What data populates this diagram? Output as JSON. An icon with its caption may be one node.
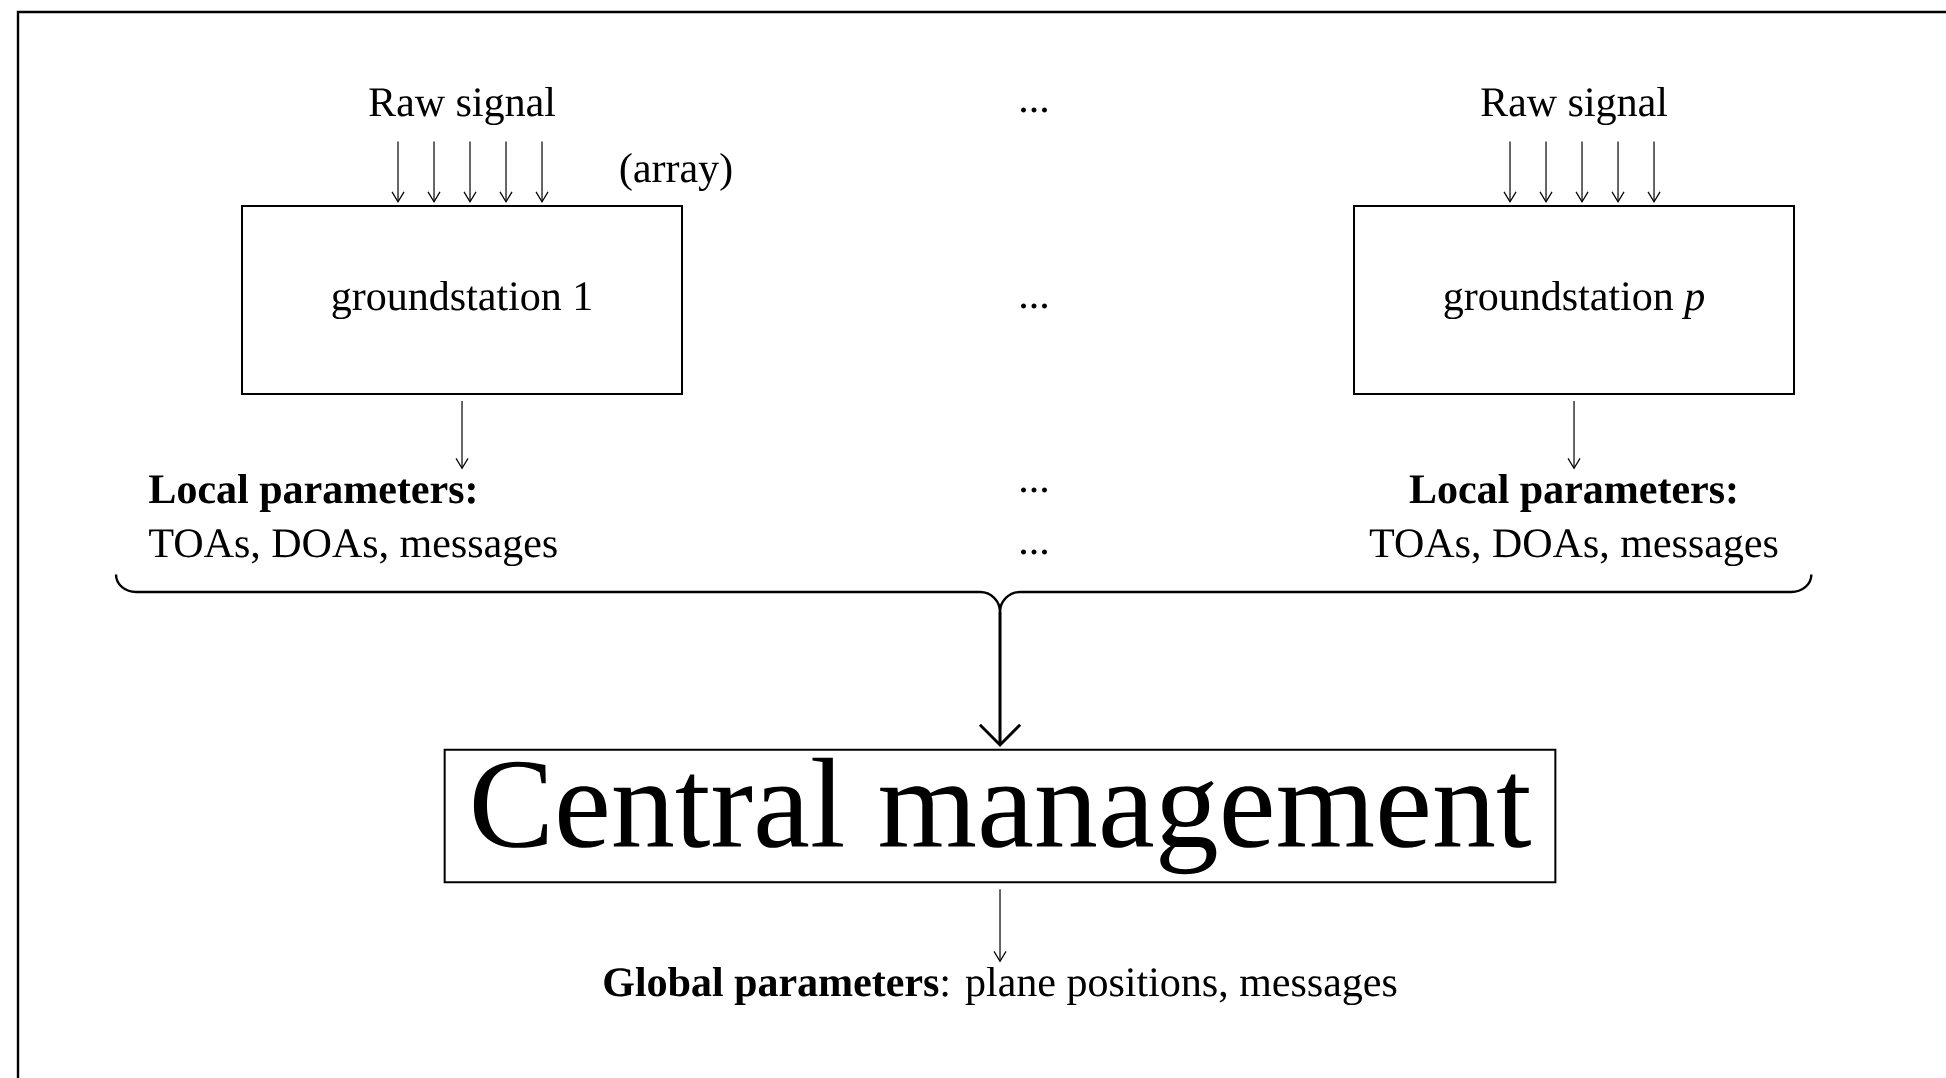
{
  "diagram": {
    "nodes": [
      {
        "text": [
          "Raw signal"
        ]
      },
      {
        "text": [
          "groundstation 1"
        ]
      },
      {
        "text": [
          "Local parameters:",
          "TOAs, DOAs, messages"
        ]
      },
      {
        "text": [
          "Raw signal"
        ]
      },
      {
        "text": [
          "groundstation *p*"
        ]
      },
      {
        "text": [
          "Local parameters:",
          "TOAs, DOAs, messages"
        ]
      },
      {
        "text": [
          "Central management"
        ]
      },
      {
        "text": [
          "**Global parameters**: plane positions, messages"
        ]
      }
    ],
    "edges": [
      {
        "from": 0,
        "to": 1,
        "arrow": "to"
      },
      {
        "from": 0,
        "to": 1,
        "arrow": "to"
      },
      {
        "from": 0,
        "to": 1,
        "arrow": "to"
      },
      {
        "from": 0,
        "to": 1,
        "arrow": "to"
      },
      {
        "from": 0,
        "to": 1,
        "arrow": "to"
      },
      {
        "from": 1,
        "to": 2,
        "arrow": "to"
      },
      {
        "from": 3,
        "to": 4,
        "arrow": "to"
      },
      {
        "from": 3,
        "to": 4,
        "arrow": "to"
      },
      {
        "from": 3,
        "to": 4,
        "arrow": "to"
      },
      {
        "from": 3,
        "to": 4,
        "arrow": "to"
      },
      {
        "from": 3,
        "to": 4,
        "arrow": "to"
      },
      {
        "from": 4,
        "to": 5,
        "arrow": "to"
      },
      {
        "from": 2,
        "to": 6,
        "arrow": "to"
      },
      {
        "from": 5,
        "to": 6,
        "arrow": "to"
      },
      {
        "from": 6,
        "to": 7,
        "arrow": "to"
      }
    ],
    "labels": [
      "...",
      "(array)",
      "...",
      "...",
      "..."
    ]
  }
}
